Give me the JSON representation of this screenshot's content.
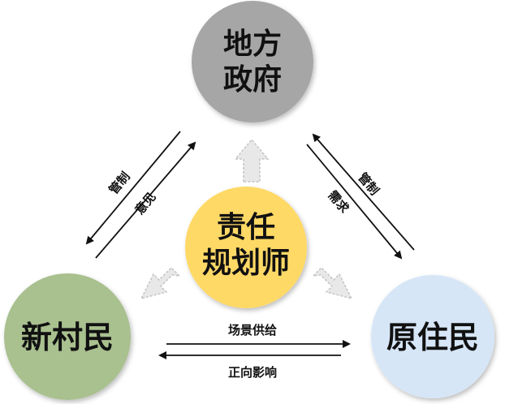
{
  "nodes": {
    "government": {
      "line1": "地方",
      "line2": "政府",
      "color": "#a6a6a6"
    },
    "planner": {
      "line1": "责任",
      "line2": "规划师",
      "color": "#ffd966"
    },
    "villagers": {
      "label": "新村民",
      "color": "#a9c08f"
    },
    "residents": {
      "label": "原住民",
      "color": "#d6e6f7"
    }
  },
  "edges": {
    "left_outer": "管制",
    "left_inner": "意见",
    "right_outer": "管制",
    "right_inner": "需求",
    "bottom_top": "场景供给",
    "bottom_bottom": "正向影响"
  },
  "colors": {
    "line": "#111111",
    "hollow_arrow_fill": "#e8e8e8",
    "hollow_arrow_stroke": "#c4c4c4"
  }
}
